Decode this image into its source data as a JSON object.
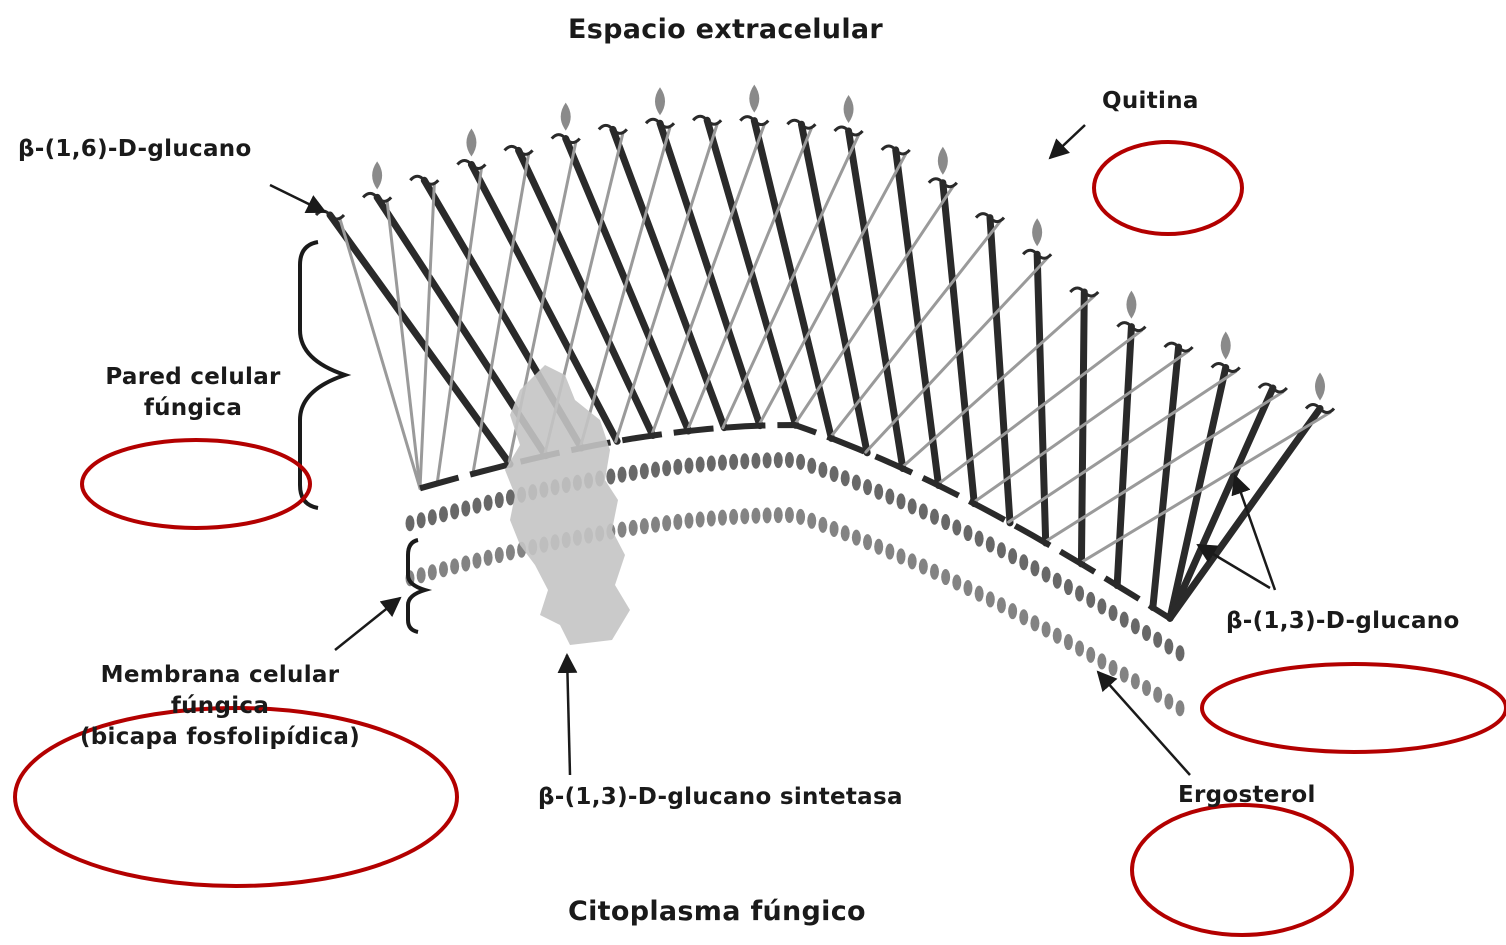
{
  "labels": {
    "top": "Espacio extracelular",
    "beta16": "β-(1,6)-D-glucano",
    "quitina": "Quitina",
    "pared_line1": "Pared celular",
    "pared_line2": "fúngica",
    "membrana_line1": "Membrana celular",
    "membrana_line2": "fúngica",
    "membrana_line3": "(bicapa fosfolipídica)",
    "beta13": "β-(1,3)-D-glucano",
    "sintetasa": "β-(1,3)-D-glucano sintetasa",
    "ergosterol": "Ergosterol",
    "bottom": "Citoplasma fúngico"
  },
  "colors": {
    "highlight_ring": "#b30000",
    "text": "#1a1a1a",
    "fiber_dark": "#2a2a2a",
    "fiber_light": "#9a9a9a",
    "enzyme": "#c4c4c4"
  }
}
